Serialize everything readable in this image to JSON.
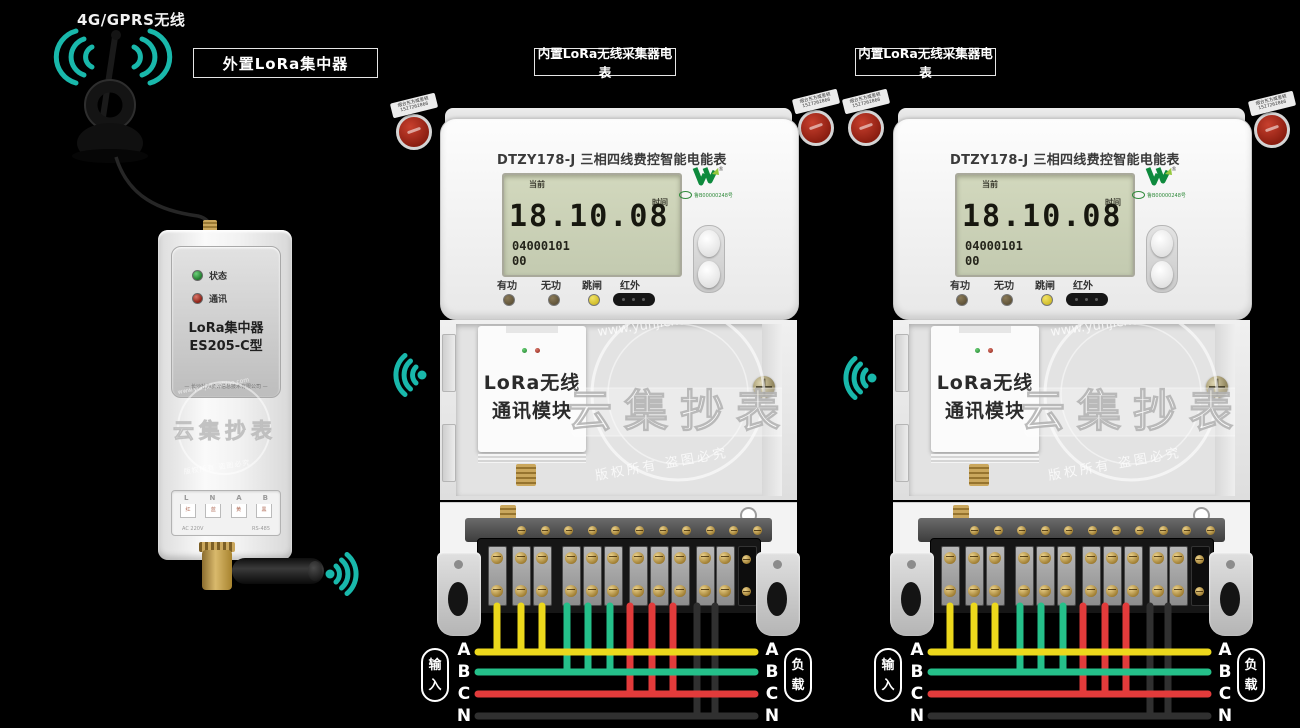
{
  "top": {
    "wireless_label": "4G/GPRS无线"
  },
  "section_labels": {
    "concentrator": "外置LoRa集中器",
    "meter1": "内置LoRa无线采集器电表",
    "meter2": "内置LoRa无线采集器电表"
  },
  "concentrator": {
    "status_led_label": "状态",
    "comm_led_label": "通讯",
    "model_line1": "LoRa集中器",
    "model_line2": "ES205-C型",
    "company_line": "— 长沙社为表计信息技术有限公司 —",
    "terminal_labels": [
      "L",
      "N",
      "A",
      "B"
    ],
    "terminal_color_labels": [
      "红",
      "蓝",
      "黄",
      "黑"
    ],
    "power_label": "AC 220V",
    "port_label": "RS-485"
  },
  "meter": {
    "title": "DTZY178-J 三相四线费控智能电能表",
    "cert_number": "鲁B00000248号",
    "lcd": {
      "top_left": "当前",
      "top_right": "时间",
      "main": "18.10.08",
      "sub1": "04000101",
      "sub2": "00"
    },
    "indicator_labels": [
      "有功",
      "无功",
      "跳闸",
      "红外"
    ],
    "module_line1": "LoRa无线",
    "module_line2": "通讯模块",
    "wiring": {
      "input_label": "输入",
      "load_label": "负载",
      "phase_labels": [
        "A",
        "B",
        "C",
        "N"
      ]
    }
  },
  "seal_tag": {
    "line1": "烟台东方威思顿",
    "line2": "1527262866"
  },
  "watermark": {
    "url": "www.yunjichaobiao.com",
    "brand": "云集抄表",
    "notice": "版权所有  盗图必究"
  },
  "colors": {
    "signal_teal": "#19b8ab",
    "wire_a_yellow": "#ecd81c",
    "wire_b_green": "#25c08a",
    "wire_c_red": "#e23b3b",
    "wire_n_black": "#303030",
    "brand_green": "#0e8a3d"
  }
}
